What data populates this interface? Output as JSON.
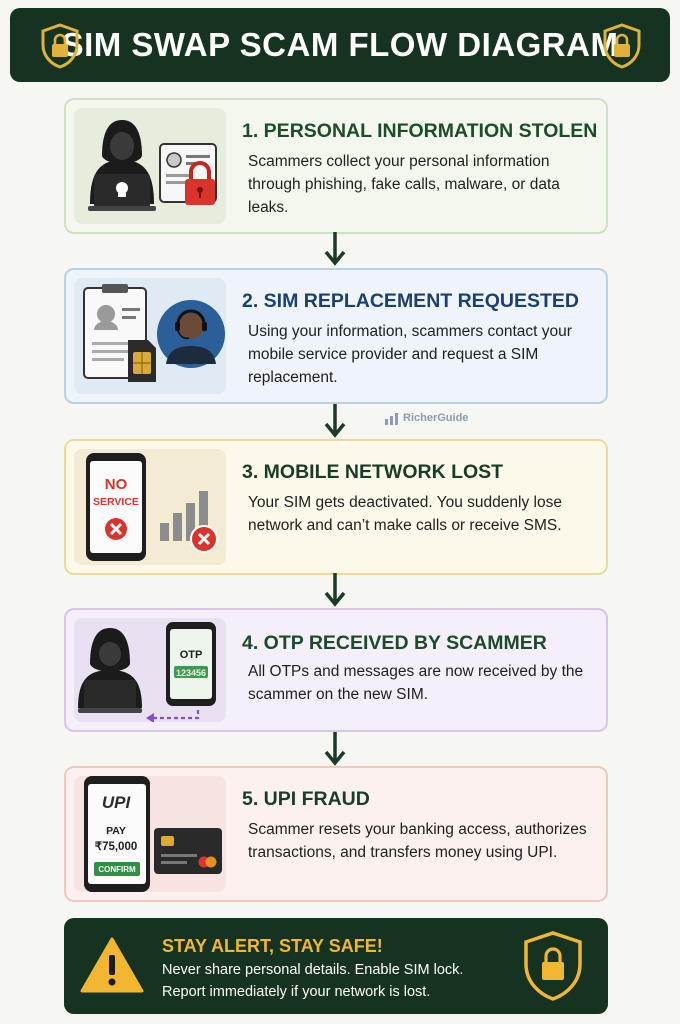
{
  "header": {
    "title": "SIM SWAP SCAM FLOW DIAGRAM"
  },
  "steps": [
    {
      "heading": "1. PERSONAL INFORMATION STOLEN",
      "description": "Scammers collect your personal information through phishing, fake calls, malware, or data leaks.",
      "icons": [
        "hacker-icon",
        "laptop-skull-icon",
        "id-card-icon",
        "padlock-icon"
      ]
    },
    {
      "heading": "2. SIM REPLACEMENT REQUESTED",
      "description": "Using your information, scammers contact your mobile service provider and request a SIM replacement.",
      "icons": [
        "clipboard-form-icon",
        "sim-card-icon",
        "support-agent-icon"
      ]
    },
    {
      "heading": "3. MOBILE NETWORK LOST",
      "description": "Your SIM gets deactivated. You suddenly lose network and can’t make calls or receive SMS.",
      "icons": [
        "phone-no-service-icon",
        "signal-bars-icon",
        "error-x-icon"
      ],
      "phone_text": [
        "NO",
        "SERVICE"
      ]
    },
    {
      "heading": "4. OTP RECEIVED BY SCAMMER",
      "description": "All OTPs and messages are now received by the scammer on the new SIM.",
      "icons": [
        "hacker-laptop-icon",
        "phone-otp-icon",
        "dashed-arrow-icon"
      ],
      "phone_text": "OTP",
      "otp_value": "123456"
    },
    {
      "heading": "5. UPI FRAUD",
      "description": "Scammer resets your banking access, authorizes transactions, and transfers money using UPI.",
      "icons": [
        "phone-upi-icon",
        "credit-card-icon"
      ],
      "phone_brand": "UPI",
      "pay_label": "PAY",
      "amount": "₹75,000",
      "confirm_label": "CONFIRM"
    }
  ],
  "watermark": "RicherGuide",
  "alert": {
    "heading": "STAY ALERT, STAY SAFE!",
    "line1": "Never share personal details. Enable SIM lock.",
    "line2": "Report immediately if your network is lost."
  },
  "colors": {
    "dark_green": "#163321",
    "gold": "#f2b630",
    "red": "#d9342b",
    "step_heading_green": "#1c4d2b",
    "step_heading_blue": "#1c3f73"
  }
}
